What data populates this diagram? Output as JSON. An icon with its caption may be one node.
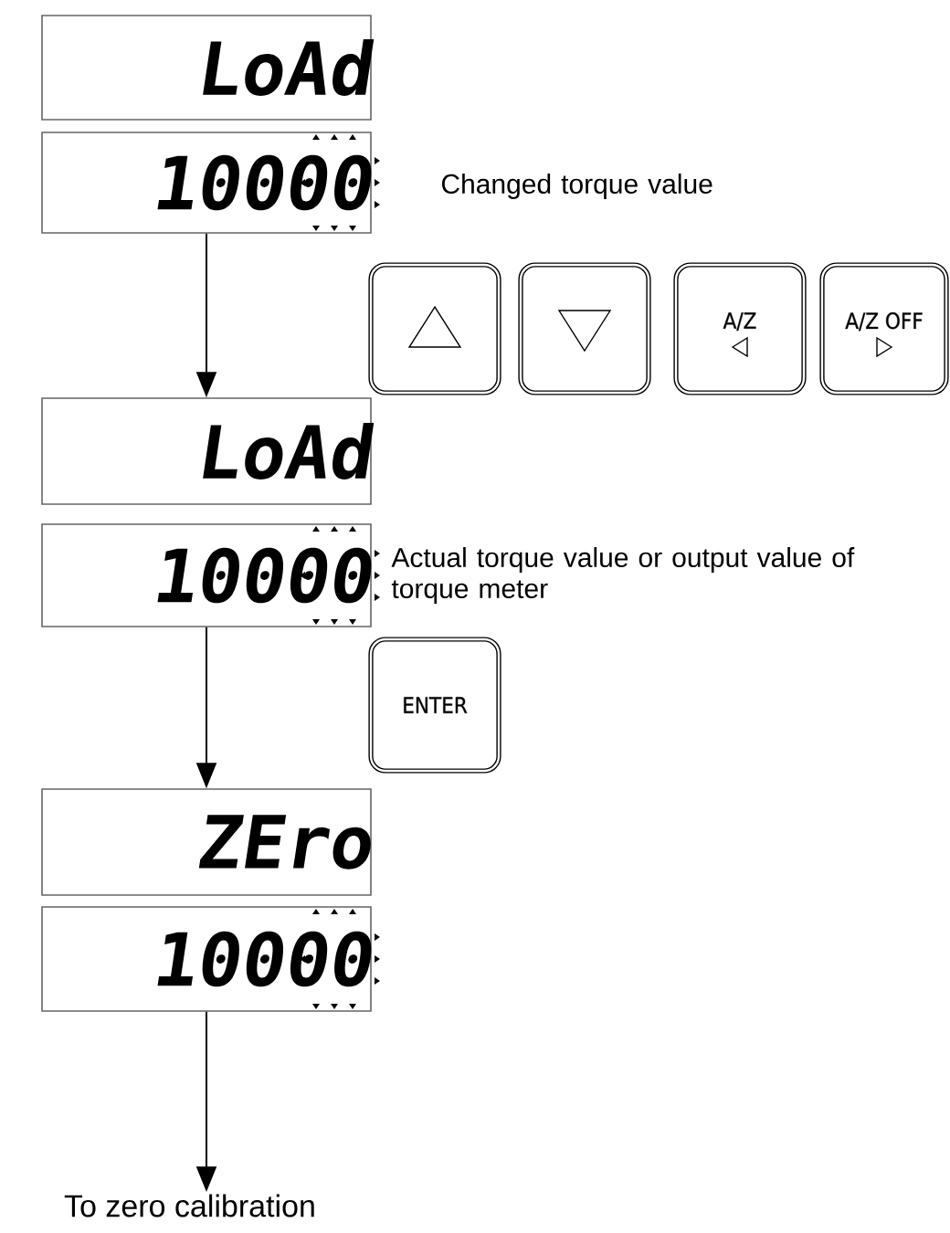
{
  "diagram": {
    "nodes": [
      {
        "text": [
          "LoAd"
        ]
      },
      {
        "text": [
          "10000"
        ],
        "beside": [
          "Changed torque value"
        ]
      },
      {
        "text": [],
        "shape": "box"
      },
      {
        "text": [],
        "shape": "box"
      },
      {
        "text": [
          "A/Z"
        ]
      },
      {
        "text": [
          "A/Z OFF"
        ]
      },
      {
        "text": [
          "LoAd"
        ]
      },
      {
        "text": [
          "10000"
        ],
        "beside": [
          "Actual torque value or output value of torque meter"
        ]
      },
      {
        "text": [
          "ENTER"
        ]
      },
      {
        "text": [
          "ZEro"
        ]
      },
      {
        "text": [
          "10000"
        ]
      },
      {
        "text": [
          "To zero calibration"
        ]
      }
    ],
    "edges": [
      {
        "from": 1,
        "to": 6,
        "arrow": "to"
      },
      {
        "from": 7,
        "to": 9,
        "arrow": "to"
      },
      {
        "from": 10,
        "to": 11,
        "arrow": "to"
      }
    ]
  }
}
